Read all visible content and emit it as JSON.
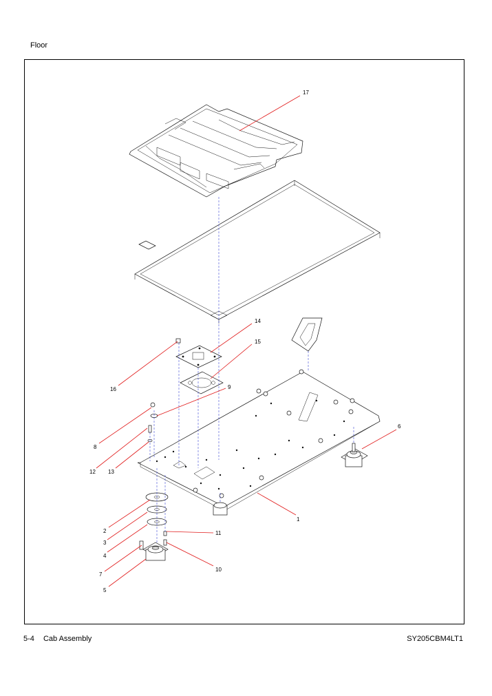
{
  "page": {
    "title": "Floor",
    "footer_section": "5-4",
    "footer_title": "Cab Assembly",
    "footer_model": "SY205CBM4LT1"
  },
  "callouts": [
    {
      "num": "17"
    },
    {
      "num": "14"
    },
    {
      "num": "15"
    },
    {
      "num": "16"
    },
    {
      "num": "9"
    },
    {
      "num": "8"
    },
    {
      "num": "12"
    },
    {
      "num": "13"
    },
    {
      "num": "6"
    },
    {
      "num": "1"
    },
    {
      "num": "2"
    },
    {
      "num": "3"
    },
    {
      "num": "11"
    },
    {
      "num": "4"
    },
    {
      "num": "7"
    },
    {
      "num": "10"
    },
    {
      "num": "5"
    }
  ],
  "colors": {
    "leader": "#e11b1b",
    "centerline": "#3a47d6",
    "frame": "#000000"
  }
}
